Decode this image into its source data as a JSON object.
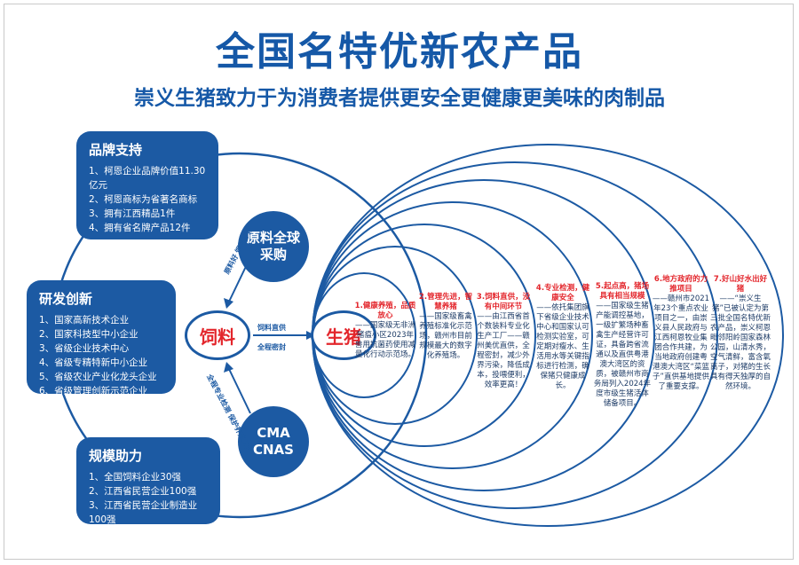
{
  "title": "全国名特优新农产品",
  "subtitle": "崇义生猪致力于为消费者提供更安全更健康更美味的肉制品",
  "panels": {
    "brand": {
      "title": "品牌支持",
      "items": [
        "1、柯恩企业品牌价值11.30亿元",
        "2、柯恩商标为省著名商标",
        "3、拥有江西精品1件",
        "4、拥有省名牌产品12件"
      ]
    },
    "rd": {
      "title": "研发创新",
      "items": [
        "1、国家高新技术企业",
        "2、国家科技型中小企业",
        "3、省级企业技术中心",
        "4、省级专精特新中小企业",
        "5、省级农业产业化龙头企业",
        "6、省级管理创新示范企业"
      ]
    },
    "scale": {
      "title": "规模助力",
      "items": [
        "1、全国饲料企业30强",
        "2、江西省民营企业100强",
        "3、江西省民营企业制造业100强"
      ]
    }
  },
  "bubbles": {
    "raw": "原料全球采购",
    "cert": "CMA\nCNAS"
  },
  "nodes": {
    "feed": "饲料",
    "pig": "生猪"
  },
  "arrows": {
    "supply": "饲料直供",
    "control": "全程密封",
    "top": "原料好  饲料才好",
    "bottom": "全程专业检测  保护养殖工作"
  },
  "rings": [
    {
      "head": "1.健康养殖，品质放心",
      "body": "——国家级无非洲猪瘟小区2023年兽用抗菌药使用减量化行动示范场。"
    },
    {
      "head": "2.管理先进，智慧养猪",
      "body": "——国家级畜禽养殖标准化示范场，赣州市目前规模最大的数字化养殖场。"
    },
    {
      "head": "3.饲料直供，没有中间环节",
      "body": "——由江西省首个数装料专业化生产工厂——赣州美优直供，全程密封，减少外界污染，降低成本，投喂便利，效率更高！"
    },
    {
      "head": "4.专业检测，健康安全",
      "body": "——依托集团旗下省级企业技术中心和国家认可检测实验室，可定期对瘦水、生活用水等关键指标进行检测，确保猪只健康成长。"
    },
    {
      "head": "5.起点高，猪场具有相当规模",
      "body": "——国家级生猪产能调控基地，一级扩繁场种畜禽生产经营许可证，具备跨省流通以及直供粤港澳大湾区的资质，被赣州市商务局列入2024年度市级生猪活体储备项目。"
    },
    {
      "head": "6.地方政府的力推项目",
      "body": "——赣州市2021年23个重点农业项目之一，由崇义县人民政府与江西柯恩牧业集团合作共建，为当地政府创建粤港澳大湾区“菜篮子”直供基地提供了重要支撑。"
    },
    {
      "head": "7.好山好水出好猪",
      "body": "——“崇义生猪”已被认定为第三批全国名特优新农产品，崇义柯恩毗邻阳岭国家森林公园，山清水秀，空气清鲜，富含氧离子，对猪的生长具有得天独厚的自然环境。"
    }
  ],
  "colors": {
    "primary": "#1c5aa3",
    "accent": "#e3262c"
  }
}
